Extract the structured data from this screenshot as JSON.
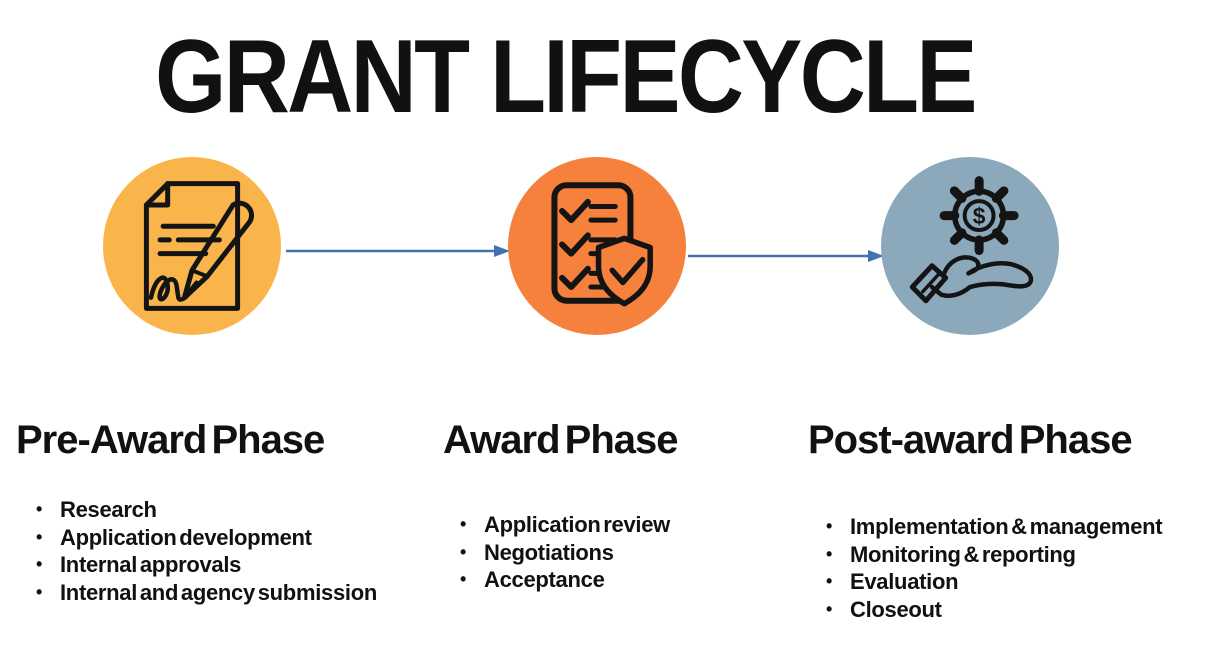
{
  "title": "GRANT LIFECYCLE",
  "colors": {
    "phase1_circle": "#F9B54C",
    "phase2_circle": "#F5813C",
    "phase3_circle": "#8CA9BC",
    "arrow_color": "#4471B0",
    "icon_stroke": "#141414",
    "text_color": "#111111",
    "background": "#FFFFFF"
  },
  "phases": [
    {
      "name": "Pre-Award Phase",
      "icon": "document-pen-icon",
      "items": [
        "Research",
        "Application development",
        "Internal approvals",
        "Internal and agency submission"
      ]
    },
    {
      "name": "Award Phase",
      "icon": "checklist-shield-icon",
      "items": [
        "Application review",
        "Negotiations",
        "Acceptance"
      ]
    },
    {
      "name": "Post-award Phase",
      "icon": "gear-dollar-hand-icon",
      "items": [
        "Implementation & management",
        "Monitoring & reporting",
        "Evaluation",
        "Closeout"
      ]
    }
  ],
  "connectors": [
    "arrow-right",
    "arrow-right"
  ]
}
